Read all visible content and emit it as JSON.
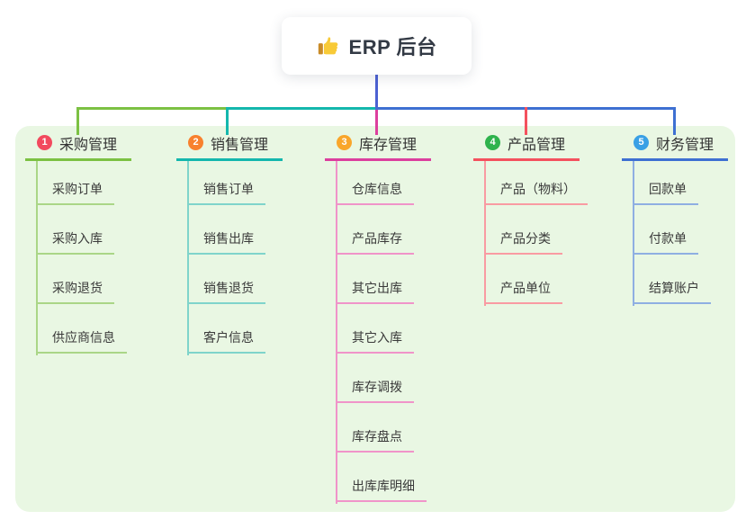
{
  "root": {
    "label": "ERP 后台",
    "icon": "thumbs-up-icon"
  },
  "colors": {
    "panel_bg": "#e9f7e3",
    "trunk": "#4c61d2",
    "root_text": "#333a45",
    "header_text": "#333333",
    "child_text": "#3a3a3a"
  },
  "branches": [
    {
      "number": "1",
      "label": "采购管理",
      "badge_color": "#f24a5e",
      "line_color": "#7cc143",
      "child_line_color": "#aad687",
      "children": [
        "采购订单",
        "采购入库",
        "采购退货",
        "供应商信息"
      ]
    },
    {
      "number": "2",
      "label": "销售管理",
      "badge_color": "#f8812e",
      "line_color": "#14b7ad",
      "child_line_color": "#7fd4cb",
      "children": [
        "销售订单",
        "销售出库",
        "销售退货",
        "客户信息"
      ]
    },
    {
      "number": "3",
      "label": "库存管理",
      "badge_color": "#f9a62b",
      "line_color": "#dc3f9e",
      "child_line_color": "#f094c9",
      "children": [
        "仓库信息",
        "产品库存",
        "其它出库",
        "其它入库",
        "库存调拨",
        "库存盘点",
        "出库库明细"
      ]
    },
    {
      "number": "4",
      "label": "产品管理",
      "badge_color": "#2fb34d",
      "line_color": "#f4515e",
      "child_line_color": "#f99ba2",
      "children": [
        "产品（物料）",
        "产品分类",
        "产品单位"
      ]
    },
    {
      "number": "5",
      "label": "财务管理",
      "badge_color": "#39a0e5",
      "line_color": "#3e70d2",
      "child_line_color": "#8fafe2",
      "children": [
        "回款单",
        "付款单",
        "结算账户"
      ]
    }
  ]
}
